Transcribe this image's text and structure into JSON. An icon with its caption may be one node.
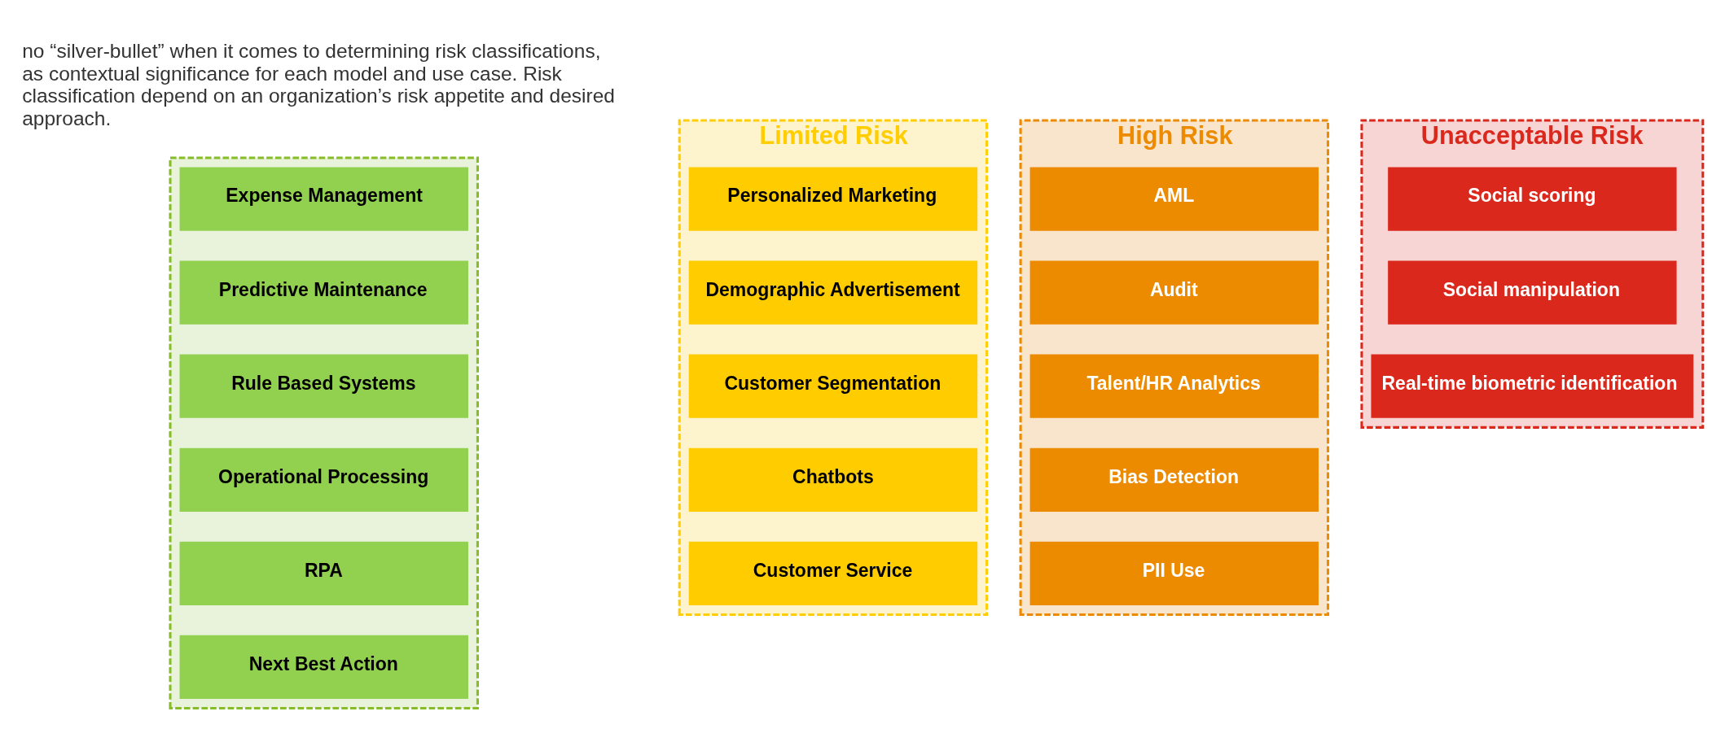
{
  "diagram": {
    "nodes": [
      {
        "text": [],
        "shape": "box"
      },
      {
        "text": [
          "Expense Management"
        ],
        "in": 0
      },
      {
        "text": [
          "Predictive Maintenance"
        ],
        "in": 0
      },
      {
        "text": [
          "Rule Based Systems"
        ],
        "in": 0
      },
      {
        "text": [
          "Operational Processing"
        ],
        "in": 0
      },
      {
        "text": [
          "RPA"
        ],
        "in": 0
      },
      {
        "text": [
          "Next Best Action"
        ],
        "in": 0
      },
      {
        "text": [
          "Limited Risk"
        ]
      },
      {
        "text": [
          "Personalized Marketing"
        ],
        "in": 7
      },
      {
        "text": [
          "Demographic Advertisement"
        ],
        "in": 7
      },
      {
        "text": [
          "Customer Segmentation"
        ],
        "in": 7
      },
      {
        "text": [
          "Chatbots"
        ],
        "in": 7
      },
      {
        "text": [
          "Customer Service"
        ],
        "in": 7
      },
      {
        "text": [
          "High Risk"
        ]
      },
      {
        "text": [
          "AML"
        ],
        "in": 13
      },
      {
        "text": [
          "Audit"
        ],
        "in": 13
      },
      {
        "text": [
          "Talent/HR Analytics"
        ],
        "in": 13
      },
      {
        "text": [
          "Bias Detection"
        ],
        "in": 13
      },
      {
        "text": [
          "PII Use"
        ],
        "in": 13
      },
      {
        "text": [
          "Unacceptable Risk"
        ]
      },
      {
        "text": [
          "Social scoring"
        ],
        "in": 19
      },
      {
        "text": [
          "Social manipulation"
        ],
        "in": 19
      },
      {
        "text": [
          "Real-time biometric identification"
        ],
        "in": 19
      }
    ],
    "labels": [
      "no “silver-bullet” when it comes to determining risk classifications, as contextual significance for each model and use case. Risk classification depend on an organization’s risk appetite and desired approach."
    ]
  }
}
